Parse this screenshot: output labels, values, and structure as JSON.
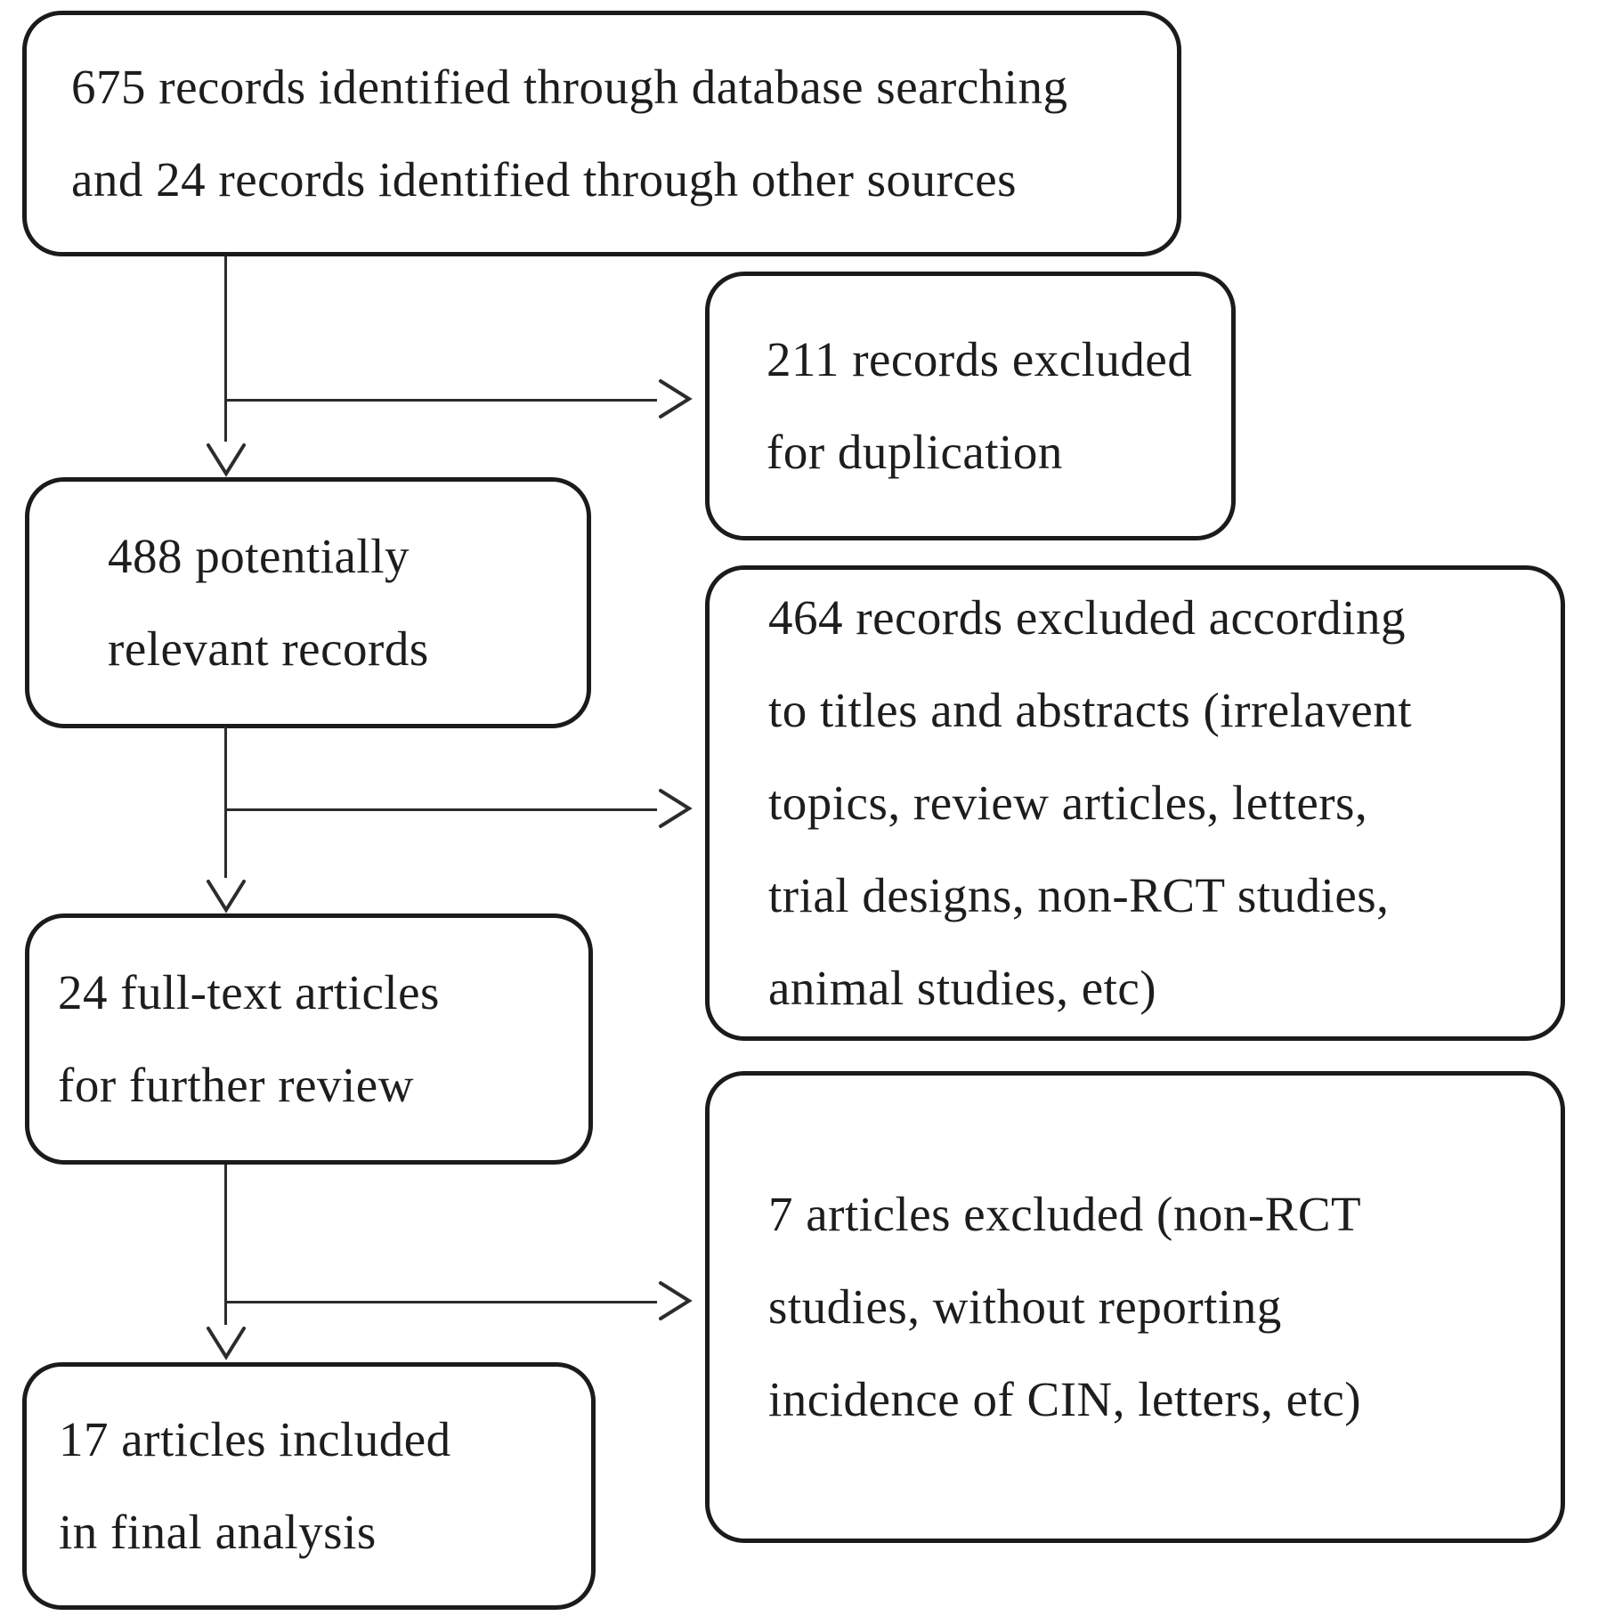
{
  "colors": {
    "box_border": "#1b1b1b",
    "text": "#1d1d1d",
    "connector": "#2c2c2c",
    "background": "#ffffff"
  },
  "flowchart": {
    "identified": {
      "lines": [
        "675 records identified through database searching",
        "and 24 records identified through other sources"
      ]
    },
    "duplicates_excluded": {
      "lines": [
        "211 records excluded",
        "for duplication"
      ]
    },
    "potentially_relevant": {
      "lines": [
        "488 potentially",
        "relevant records"
      ]
    },
    "title_abstract_excluded": {
      "lines": [
        "464 records excluded according",
        "to titles and abstracts (irrelavent",
        "topics, review articles, letters,",
        "trial designs, non-RCT studies,",
        "animal studies, etc)"
      ]
    },
    "fulltext_review": {
      "lines": [
        "24 full-text articles",
        "for further review"
      ]
    },
    "fulltext_excluded": {
      "lines": [
        "7 articles excluded (non-RCT",
        "studies, without reporting",
        "incidence of CIN, letters, etc)"
      ]
    },
    "final_included": {
      "lines": [
        "17 articles included",
        "in final analysis"
      ]
    }
  }
}
